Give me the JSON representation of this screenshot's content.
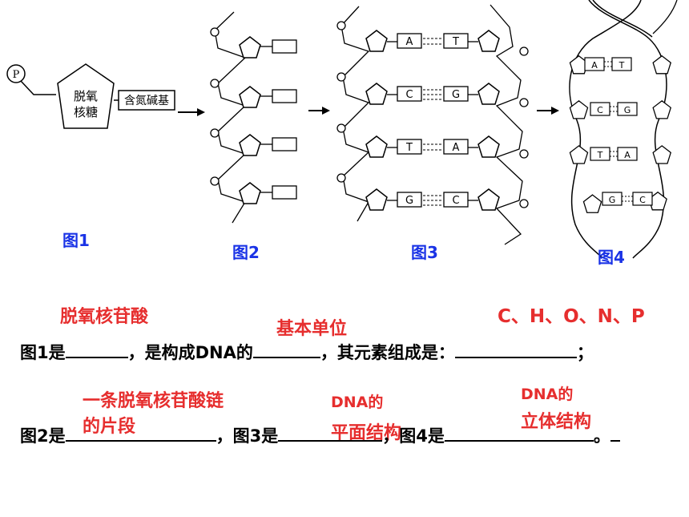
{
  "figure": {
    "labels": [
      "图1",
      "图2",
      "图3",
      "图4"
    ],
    "p_symbol": "P",
    "sugar_text_1": "脱氧",
    "sugar_text_2": "核糖",
    "base_text": "含氮碱基",
    "pairs_fig3": [
      [
        "A",
        "T"
      ],
      [
        "C",
        "G"
      ],
      [
        "T",
        "A"
      ],
      [
        "G",
        "C"
      ]
    ],
    "pairs_fig4": [
      [
        "A",
        "T"
      ],
      [
        "C",
        "G"
      ],
      [
        "T",
        "A"
      ],
      [
        "G",
        "C"
      ]
    ]
  },
  "answers": {
    "q1_blank1": "脱氧核苷酸",
    "q1_blank2": "基本单位",
    "q1_blank3": "C、H、O、N、P",
    "q2_blank1_line1": "一条脱氧核苷酸链",
    "q2_blank1_line2": "的片段",
    "q2_blank2_line1": "DNA的",
    "q2_blank2_line2": "平面结构",
    "q2_blank3_line1": "DNA的",
    "q2_blank3_line2": "立体结构"
  },
  "questions": {
    "line1_part1": "图1是",
    "line1_part2": "，是构成DNA的",
    "line1_part3": "，其元素组成是：",
    "line1_part4": "；",
    "line2_part1": "图2是",
    "line2_part2": "，图3是",
    "line2_part3": "，图4是",
    "line2_part4": "。"
  }
}
